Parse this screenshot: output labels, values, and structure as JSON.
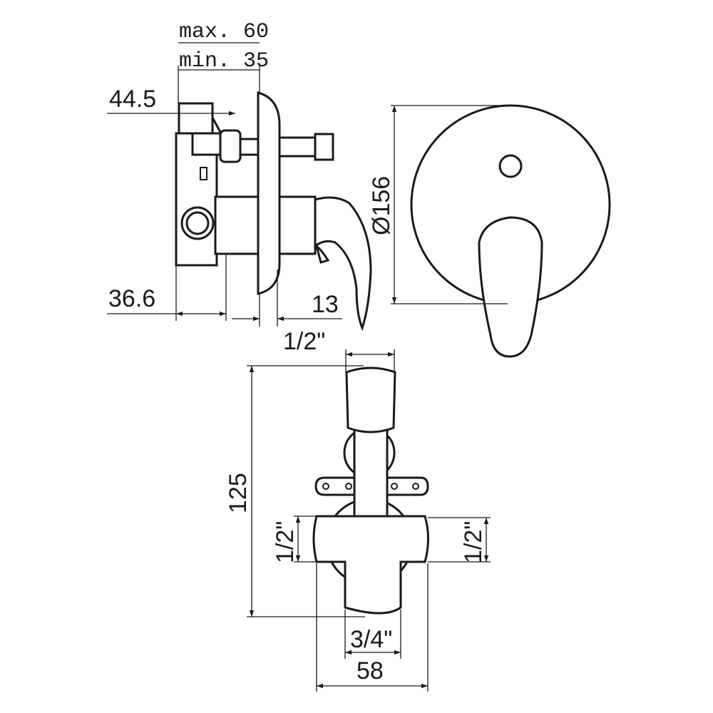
{
  "side_view": {
    "max_depth_label": "max. 60",
    "min_depth_label": "min. 35",
    "cap_label": "44.5",
    "body_label": "36.6",
    "plate_label": "13"
  },
  "front_view": {
    "diameter_label": "Ø156"
  },
  "body_view": {
    "top_thread_label": "1/2\"",
    "height_label": "125",
    "left_thread_label": "1/2\"",
    "right_thread_label": "1/2\"",
    "bottom_thread_label": "3/4\"",
    "width_label": "58"
  },
  "colors": {
    "line": "#1a1a1a",
    "background": "#ffffff"
  }
}
